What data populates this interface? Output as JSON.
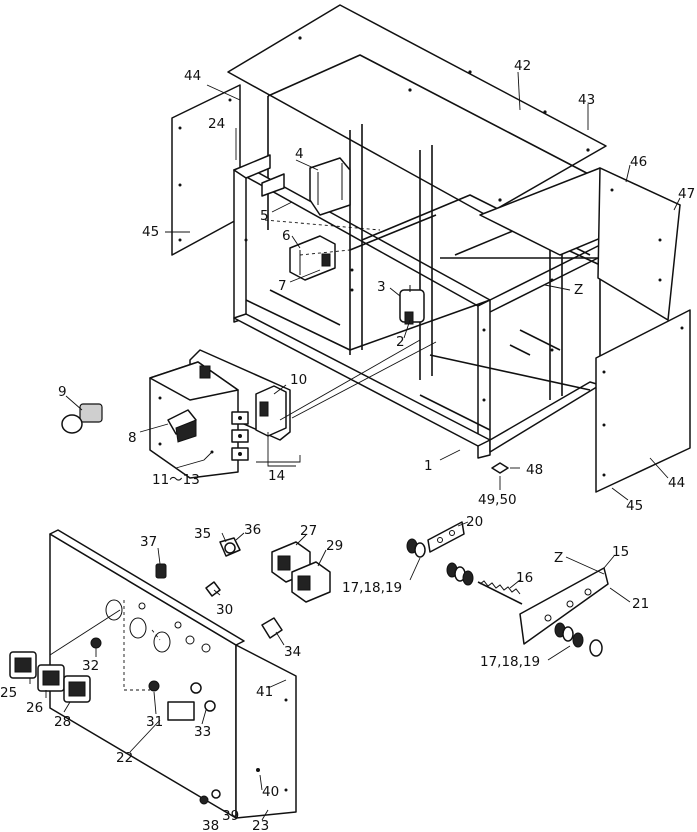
{
  "diagram": {
    "type": "exploded-parts-view",
    "callouts": [
      "1",
      "2",
      "3",
      "4",
      "5",
      "6",
      "7",
      "8",
      "9",
      "10",
      "11～13",
      "14",
      "15",
      "16",
      "17,18,19",
      "17,18,19",
      "20",
      "21",
      "22",
      "23",
      "24",
      "25",
      "26",
      "27",
      "28",
      "29",
      "30",
      "31",
      "32",
      "33",
      "34",
      "35",
      "36",
      "37",
      "38",
      "39",
      "40",
      "41",
      "42",
      "43",
      "44",
      "44",
      "45",
      "45",
      "46",
      "47",
      "48",
      "49,50",
      "Z",
      "Z"
    ]
  }
}
